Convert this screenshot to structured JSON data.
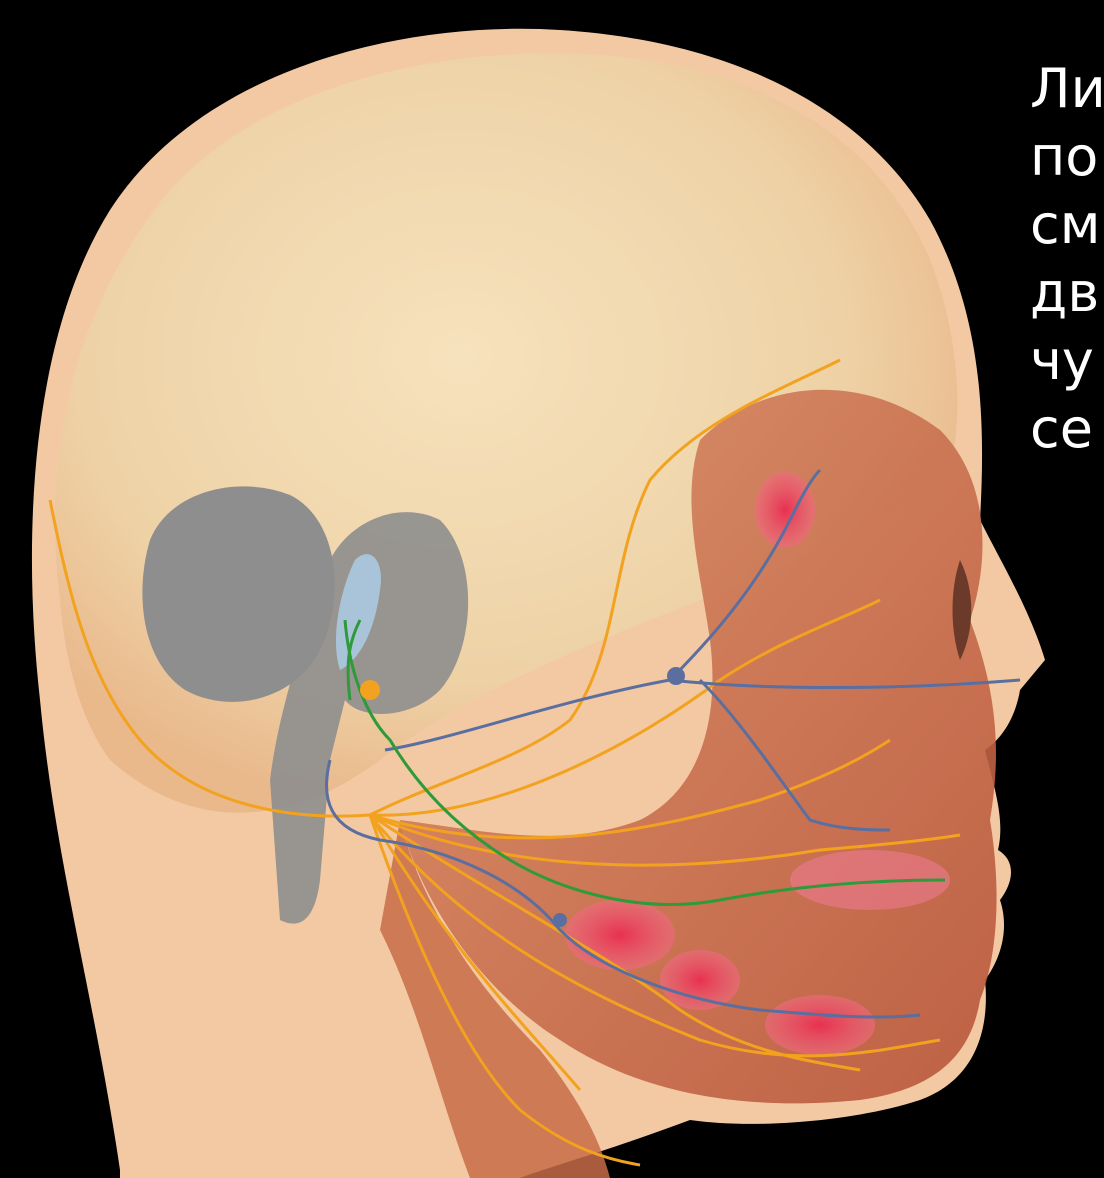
{
  "caption": {
    "lines": [
      "Ли",
      "по",
      "см",
      "дв",
      "чу",
      "се"
    ]
  },
  "colors": {
    "background": "#000000",
    "skin": "#f3c9a3",
    "skull": "#f0d6ad",
    "muscle": "#c46a45",
    "gland": "#e8304f",
    "motor_nerve": "#f2a21e",
    "sensory_nerve": "#5a6fa0",
    "taste_nerve": "#2e9a3a",
    "brain": "#8e8e8e",
    "caption_text": "#ffffff"
  },
  "figure": {
    "subject": "head-lateral-view",
    "structures": [
      "skull",
      "cerebellum",
      "brainstem",
      "facial-muscles",
      "salivary-glands",
      "lacrimal-gland",
      "facial-nerve-branches"
    ]
  }
}
